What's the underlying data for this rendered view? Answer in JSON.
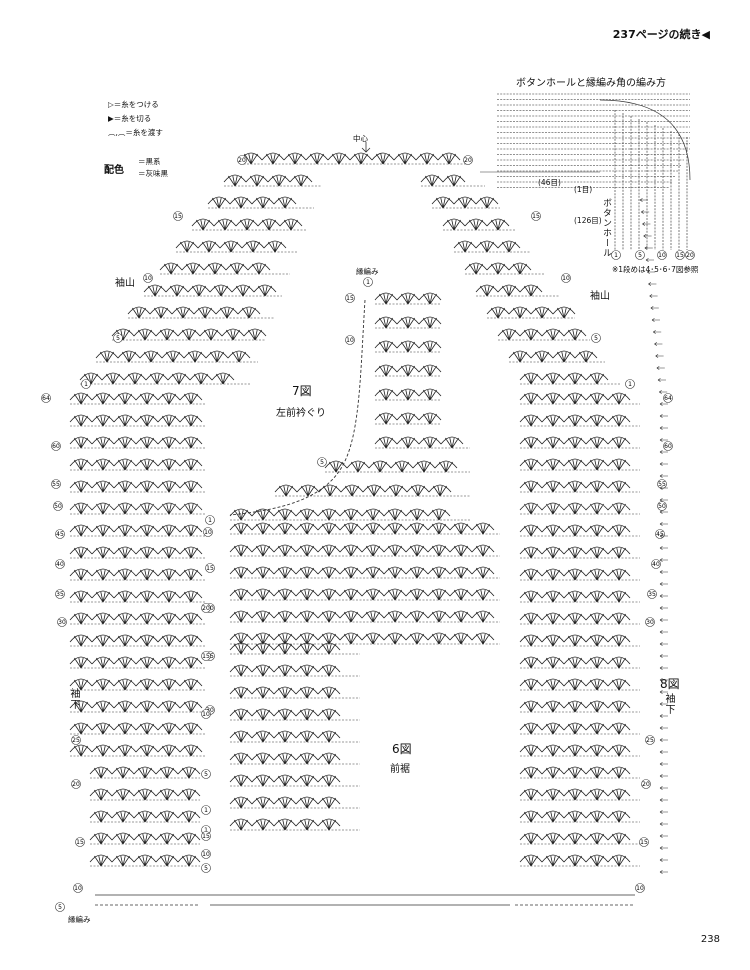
{
  "header": {
    "continued": "237ページの続き",
    "page_number": "238"
  },
  "legend": {
    "attach": "▷＝糸をつける",
    "cut": "▶＝糸を切る",
    "carry": "＝糸を渡す",
    "color_title": "配色",
    "color1": "＝黒系",
    "color2": "＝灰味黒"
  },
  "inset": {
    "title": "ボタンホールと縁編み角の編み方",
    "row46": "(46目)",
    "row1": "(1目)",
    "row126": "(126目)",
    "buttonhole": "ボタンホール",
    "note": "※1段めは4･5･6･7図参照",
    "row_numbers": [
      "1",
      "5",
      "10",
      "15",
      "20"
    ]
  },
  "labels": {
    "center": "中心",
    "sleeve_cap_left": "袖山",
    "sleeve_cap_right": "袖山",
    "fig7": "7図",
    "fig7_sub": "左前衿ぐり",
    "fig6": "6図",
    "fig6_sub": "前裾",
    "fig8": "8図",
    "sleeve_under_left": "袖下",
    "sleeve_under_right": "袖下",
    "edging": "縁編み",
    "edging_small": "縁編み"
  },
  "row_markers": {
    "left_outer": [
      "20",
      "15",
      "10",
      "5",
      "1",
      "64",
      "60",
      "55",
      "50",
      "45",
      "40",
      "35",
      "30",
      "25",
      "20",
      "15",
      "10",
      "5",
      "1",
      "1"
    ],
    "right_outer": [
      "20",
      "15",
      "10",
      "5",
      "1",
      "64",
      "60",
      "55",
      "50",
      "45",
      "40",
      "35",
      "30",
      "25",
      "20",
      "15",
      "10",
      "5",
      "1"
    ],
    "neck": [
      "1",
      "15",
      "10",
      "5",
      "1",
      "10",
      "15",
      "20",
      "25",
      "30"
    ],
    "front": [
      "20",
      "15",
      "10",
      "5",
      "1",
      "1",
      "15",
      "10",
      "5",
      "1"
    ]
  }
}
